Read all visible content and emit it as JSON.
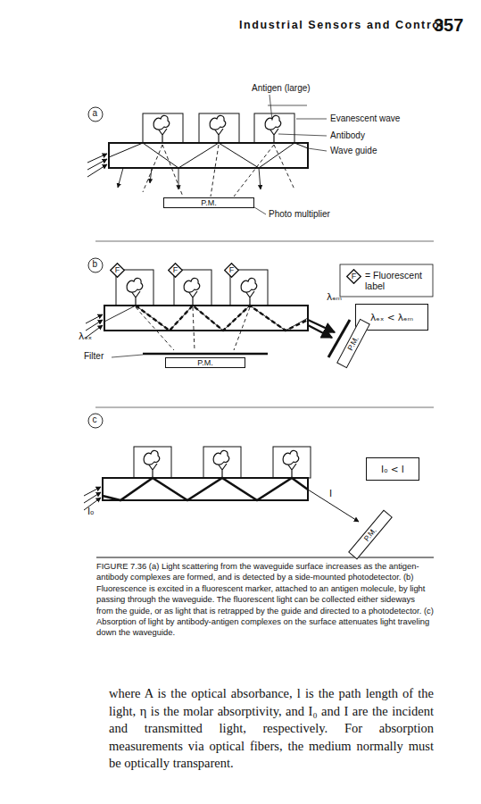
{
  "diagram": {
    "caption": "FIGURE 7.36 (a) Light scattering from the waveguide surface increases as the antigen-antibody complexes are formed, and is detected by a side-mounted photodetector. (b) Fluorescence is excited in a fluorescent marker, attached to an antigen molecule, by light passing through the waveguide. The fluorescent light can be collected either sideways from the guide, or as light that is retrapped by the guide and directed to a photodetector. (c) Absorption of light by antibody-antigen complexes on the surface attenuates light traveling down the waveguide.",
    "nodes": [
      {
        "text": [
          "P.M."
        ]
      },
      {
        "text": [
          "F"
        ]
      },
      {
        "text": [
          "F"
        ]
      },
      {
        "text": [
          "F"
        ]
      },
      {
        "text": [
          "F"
        ]
      },
      {
        "text": [
          "λₑₓ < λₑₘ"
        ]
      },
      {
        "text": [
          "P.M."
        ]
      },
      {
        "text": [
          "P.M."
        ]
      },
      {
        "text": [
          "I₀ < I"
        ]
      },
      {
        "text": [
          "P.M."
        ]
      }
    ],
    "labels": [
      "Industrial Sensors and Control",
      "357",
      "a",
      "Antigen (large)",
      "Evanescent wave",
      "Antibody",
      "Wave guide",
      "Photo multiplier",
      "b",
      "= Fluorescent label",
      "λₑₘ",
      "λₑₓ",
      "Filter",
      "c",
      "I",
      "I₀",
      "where A is the optical absorbance, l is the path length of the light, η is the molar absorptivity, and I₀ and I are the incident and transmitted light, respectively. For absorption measurements via optical fibers, the medium normally must be optically transparent."
    ]
  }
}
